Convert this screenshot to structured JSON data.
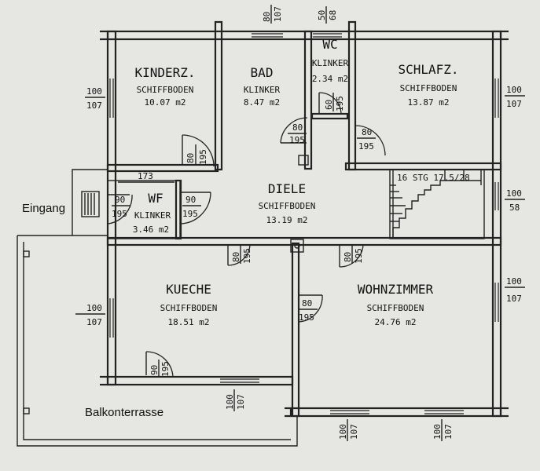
{
  "rooms": {
    "kinderz": {
      "name": "KINDERZ.",
      "floor": "SCHIFFBODEN",
      "area": "10.07 m2"
    },
    "bad": {
      "name": "BAD",
      "floor": "KLINKER",
      "area": "8.47 m2"
    },
    "wc": {
      "name": "WC",
      "floor": "KLINKER",
      "area": "2.34 m2"
    },
    "schlafz": {
      "name": "SCHLAFZ.",
      "floor": "SCHIFFBODEN",
      "area": "13.87 m2"
    },
    "wf": {
      "name": "WF",
      "floor": "KLINKER",
      "area": "3.46 m2"
    },
    "diele": {
      "name": "DIELE",
      "floor": "SCHIFFBODEN",
      "area": "13.19 m2"
    },
    "kueche": {
      "name": "KUECHE",
      "floor": "SCHIFFBODEN",
      "area": "18.51 m2"
    },
    "wohnzimmer": {
      "name": "WOHNZIMMER",
      "floor": "SCHIFFBODEN",
      "area": "24.76 m2"
    }
  },
  "labels": {
    "eingang": "Eingang",
    "balkonterrasse": "Balkonterrasse",
    "stairs": "16 STG 17.5/28",
    "wf_width": "173"
  },
  "windows": {
    "w100": "100",
    "w107": "107",
    "w80": "80",
    "w50": "50",
    "w68": "68",
    "w58": "58"
  },
  "doors": {
    "d60": "60",
    "d80": "80",
    "d90": "90",
    "d195": "195"
  }
}
